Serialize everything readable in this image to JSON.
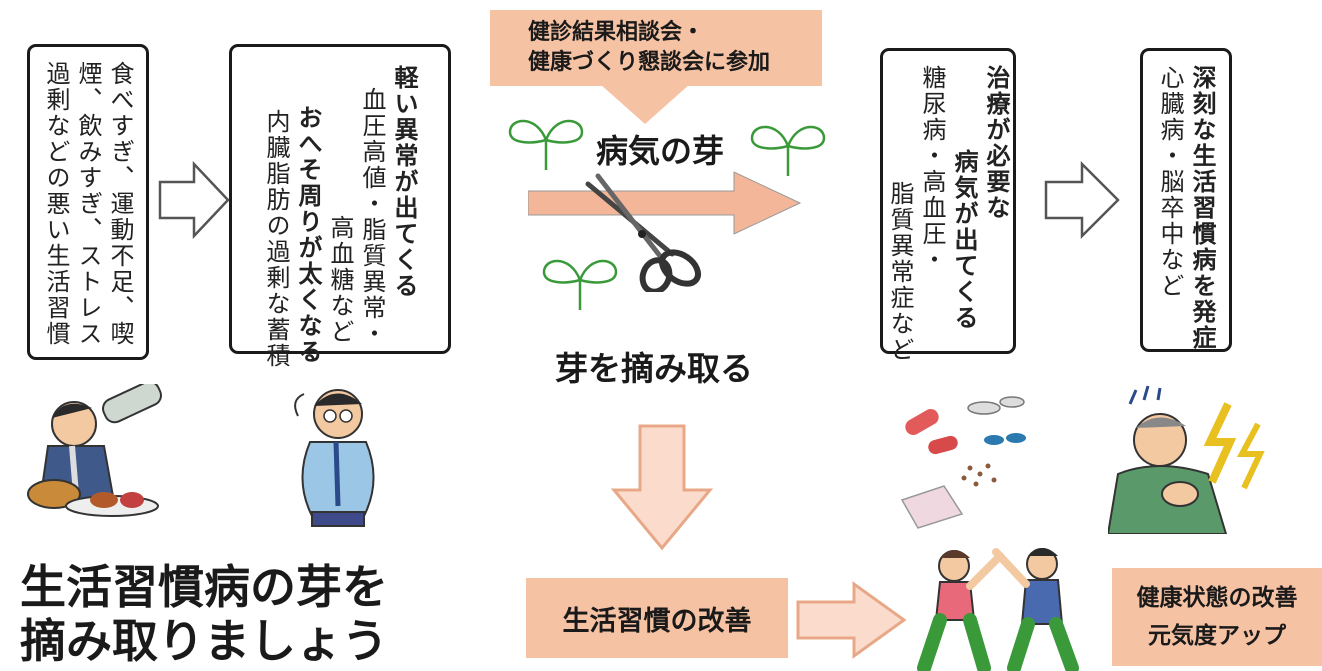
{
  "steps": [
    {
      "lines": [
        "食べすぎ、運動不足、喫",
        "煙、飲みすぎ、ストレス",
        "過剰などの悪い生活習慣"
      ]
    },
    {
      "lines": [
        "軽い異常が出てくる",
        "血圧高値・脂質異常・",
        "高血糖など",
        "おへそ周りが太くなる",
        "内臓脂肪の過剰な蓄積"
      ]
    },
    {
      "lines": [
        "治療が必要な",
        "病気が出てくる",
        "糖尿病・高血圧・",
        "脂質異常症など"
      ]
    },
    {
      "lines": [
        "深刻な生活習慣病を発症",
        "心臓病・脳卒中など"
      ]
    }
  ],
  "consult": {
    "line1": "健診結果相談会・",
    "line2": "健康づくり懇談会に参加"
  },
  "sprout_label": "病気の芽",
  "pluck_label": "芽を摘み取る",
  "lifestyle_label": "生活習慣の改善",
  "health": {
    "line1": "健康状態の改善",
    "line2": "元気度アップ"
  },
  "slogan": {
    "line1": "生活習慣病の芽を",
    "line2": "摘み取りましょう"
  },
  "colors": {
    "pink": "#f6c2a4",
    "arrow_pink": "#f3b698",
    "sprout_green": "#3a9a3a"
  }
}
